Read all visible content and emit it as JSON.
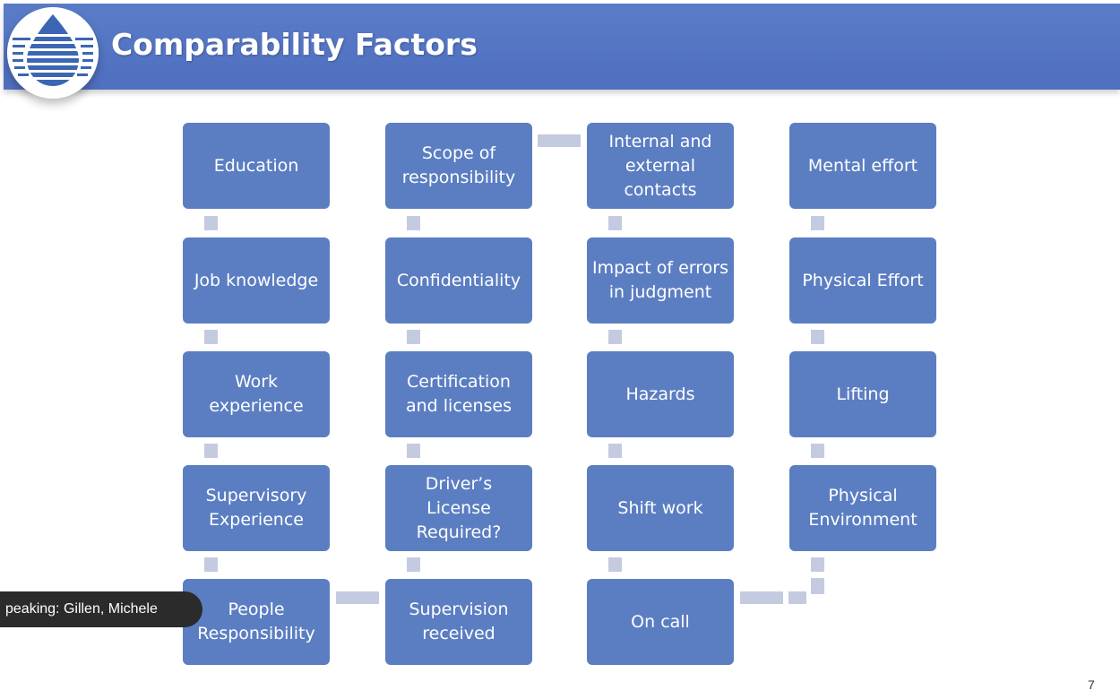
{
  "slide": {
    "title": "Comparability Factors",
    "page_number": "7"
  },
  "overlay": {
    "speaking_text": "peaking: Gillen, Michele"
  },
  "diagram": {
    "columns": [
      {
        "boxes": [
          "Education",
          "Job knowledge",
          "Work experience",
          "Supervisory Experience",
          "People Responsibility"
        ]
      },
      {
        "boxes": [
          "Scope of responsibility",
          "Confidentiality",
          "Certification and licenses",
          "Driver’s License Required?",
          "Supervision received"
        ]
      },
      {
        "boxes": [
          "Internal and external contacts",
          "Impact of errors in judgment",
          "Hazards",
          "Shift work",
          "On call"
        ]
      },
      {
        "boxes": [
          "Mental effort",
          "Physical Effort",
          "Lifting",
          "Physical Environment"
        ]
      }
    ]
  },
  "colors": {
    "header": "#4f6fbf",
    "box": "#5b7ec2",
    "connector": "#c4cbe0",
    "overlay": "#2b2b2b"
  }
}
